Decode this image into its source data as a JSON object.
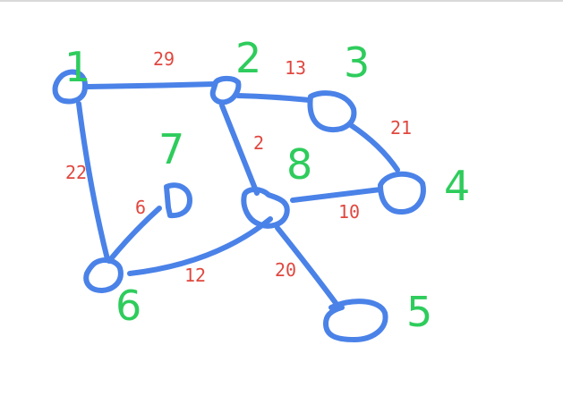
{
  "colors": {
    "stroke": "#4a82e8",
    "node_label": "#2ecc5c",
    "edge_label": "#e0473e",
    "top_rule": "#d9d9d9"
  },
  "nodes": [
    {
      "id": "1",
      "label": "1"
    },
    {
      "id": "2",
      "label": "2"
    },
    {
      "id": "3",
      "label": "3"
    },
    {
      "id": "4",
      "label": "4"
    },
    {
      "id": "5",
      "label": "5"
    },
    {
      "id": "6",
      "label": "6"
    },
    {
      "id": "7",
      "label": "7"
    },
    {
      "id": "8",
      "label": "8"
    }
  ],
  "edges": [
    {
      "from": "1",
      "to": "2",
      "weight": "29"
    },
    {
      "from": "2",
      "to": "3",
      "weight": "13"
    },
    {
      "from": "3",
      "to": "4",
      "weight": "21"
    },
    {
      "from": "2",
      "to": "8",
      "weight": "2"
    },
    {
      "from": "1",
      "to": "6",
      "weight": "22"
    },
    {
      "from": "7",
      "to": "6",
      "weight": "6"
    },
    {
      "from": "8",
      "to": "4",
      "weight": "10"
    },
    {
      "from": "6",
      "to": "8",
      "weight": "12"
    },
    {
      "from": "8",
      "to": "5",
      "weight": "20"
    }
  ]
}
